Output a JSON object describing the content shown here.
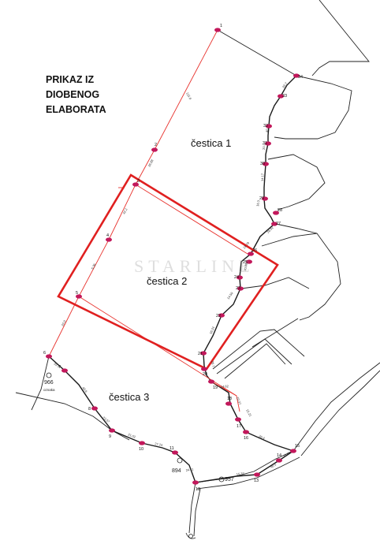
{
  "title": {
    "line1": "PRIKAZ IZ",
    "line2": "DIOBENOG",
    "line3": "ELABORATA"
  },
  "parcels": [
    {
      "label": "čestica 1"
    },
    {
      "label": "čestica 2"
    },
    {
      "label": "čestica 3"
    }
  ],
  "watermark": "STARLINE",
  "parcel_numbers": {
    "p966": "966",
    "p966_sub": "oznaka",
    "p894": "894",
    "p957": "957"
  },
  "points": [
    {
      "id": "1"
    },
    {
      "id": "2"
    },
    {
      "id": "3"
    },
    {
      "id": "4"
    },
    {
      "id": "5"
    },
    {
      "id": "6"
    },
    {
      "id": "7"
    },
    {
      "id": "8"
    },
    {
      "id": "9"
    },
    {
      "id": "10"
    },
    {
      "id": "11"
    },
    {
      "id": "12"
    },
    {
      "id": "13"
    },
    {
      "id": "14"
    },
    {
      "id": "15"
    },
    {
      "id": "16"
    },
    {
      "id": "17"
    },
    {
      "id": "18"
    },
    {
      "id": "19"
    },
    {
      "id": "20"
    },
    {
      "id": "21"
    },
    {
      "id": "22"
    },
    {
      "id": "23"
    },
    {
      "id": "24"
    },
    {
      "id": "25"
    },
    {
      "id": "26"
    },
    {
      "id": "27"
    },
    {
      "id": "28"
    },
    {
      "id": "29"
    },
    {
      "id": "30"
    },
    {
      "id": "31"
    },
    {
      "id": "32"
    },
    {
      "id": "33"
    },
    {
      "id": "34"
    }
  ],
  "measurements": [
    "115.9",
    "26.88",
    "42.2",
    "5.36",
    "22.0",
    "33.3",
    "40.6",
    "23.57",
    "21.02",
    "27.24",
    "24.11",
    "15.32",
    "40.5",
    "14.82",
    "10.37",
    "15.21",
    "26.4",
    "20.52",
    "26.7",
    "16.24",
    "14.59",
    "30.88",
    "19.79",
    "26.92",
    "16.3",
    "14.17",
    "20.2",
    "40.1",
    "33.7"
  ],
  "colors": {
    "boundary": "#e8332e",
    "highlight": "#e02020",
    "point": "#c2185b",
    "line": "#222222"
  }
}
